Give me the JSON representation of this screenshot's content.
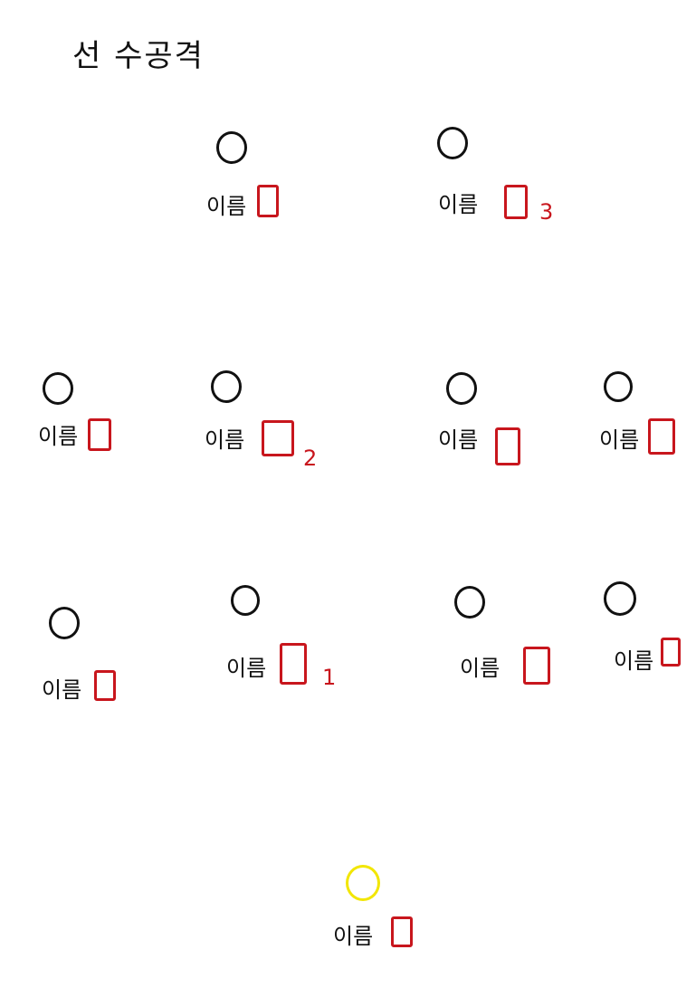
{
  "title": "선 수공격",
  "colors": {
    "ink": "#111111",
    "mark": "#c8161d",
    "highlight": "#f2e600"
  },
  "icons": {
    "player": "circle-icon",
    "number_box": "rectangle-icon"
  },
  "players": [
    {
      "id": "p1",
      "name": "이름",
      "order": "",
      "highlight": false
    },
    {
      "id": "p2",
      "name": "이름",
      "order": "3",
      "highlight": false
    },
    {
      "id": "p3",
      "name": "이름",
      "order": "",
      "highlight": false
    },
    {
      "id": "p4",
      "name": "이름",
      "order": "2",
      "highlight": false
    },
    {
      "id": "p5",
      "name": "이름",
      "order": "",
      "highlight": false
    },
    {
      "id": "p6",
      "name": "이름",
      "order": "",
      "highlight": false
    },
    {
      "id": "p7",
      "name": "이름",
      "order": "",
      "highlight": false
    },
    {
      "id": "p8",
      "name": "이름",
      "order": "1",
      "highlight": false
    },
    {
      "id": "p9",
      "name": "이름",
      "order": "",
      "highlight": false
    },
    {
      "id": "p10",
      "name": "이름",
      "order": "",
      "highlight": false
    },
    {
      "id": "p11",
      "name": "이름",
      "order": "",
      "highlight": true
    }
  ]
}
